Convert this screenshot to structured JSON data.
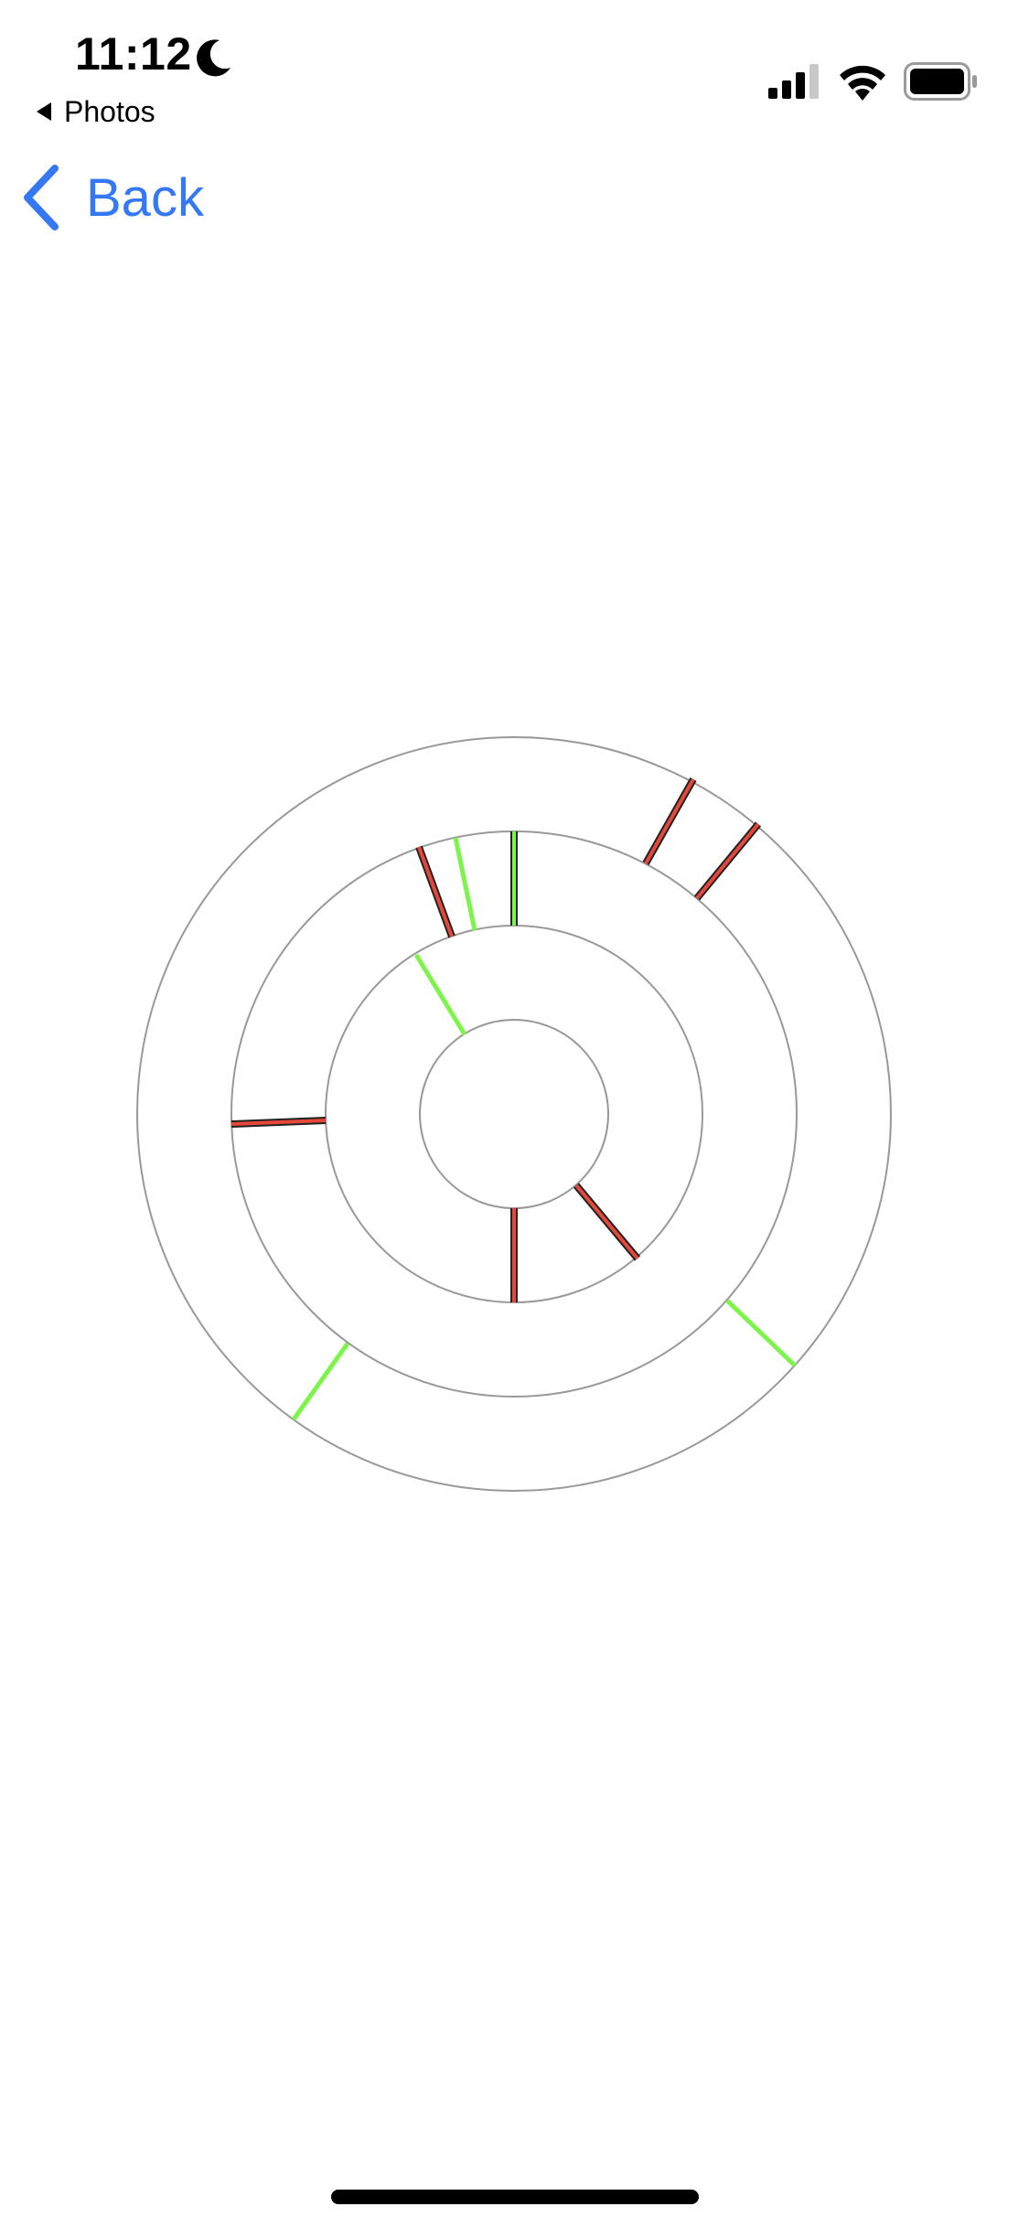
{
  "status_bar": {
    "time": "11:12",
    "back_app": "Photos"
  },
  "nav": {
    "back_label": "Back"
  },
  "colors": {
    "accent": "#3478F6",
    "ring_stroke": "#999999",
    "red_mark": "#E5473B",
    "red_outline": "#222222",
    "green_mark": "#7CF54A"
  },
  "icons": {
    "status": [
      "moon-icon",
      "signal-icon",
      "wifi-icon",
      "battery-icon"
    ],
    "nav": [
      "chevron-left-icon"
    ]
  }
}
